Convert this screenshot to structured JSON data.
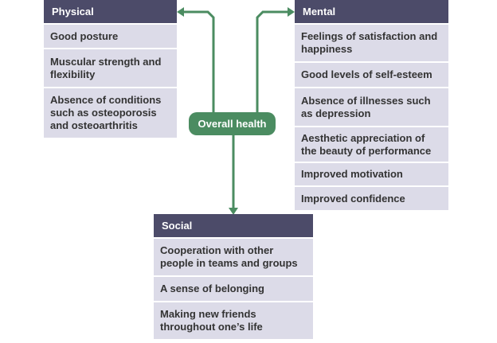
{
  "center": {
    "label": "Overall health"
  },
  "physical": {
    "title": "Physical",
    "items": [
      "Good posture",
      "Muscular strength and flexibility",
      "Absence of conditions such as osteoporosis and osteoarthritis"
    ]
  },
  "mental": {
    "title": "Mental",
    "items": [
      "Feelings of satisfaction and happiness",
      "Good levels of self-esteem",
      "Absence of illnesses such as depression",
      "Aesthetic appreciation of the beauty of performance",
      "Improved motivation",
      "Improved confidence"
    ]
  },
  "social": {
    "title": "Social",
    "items": [
      "Cooperation with other people in teams and groups",
      "A sense of belonging",
      "Making new friends throughout one’s life"
    ]
  },
  "colors": {
    "header": "#4c4b69",
    "item": "#dcdbe8",
    "accent": "#4b8c61"
  }
}
